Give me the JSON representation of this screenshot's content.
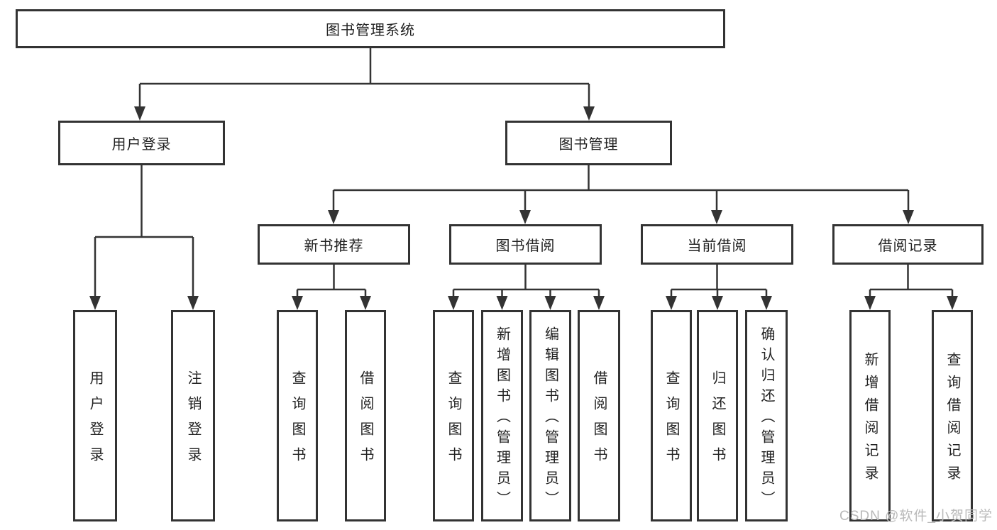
{
  "diagram": {
    "root": "图书管理系统",
    "branches": {
      "user_login": "用户登录",
      "book_management": "图书管理"
    },
    "modules": {
      "new_book_recommend": "新书推荐",
      "book_borrow": "图书借阅",
      "current_borrow": "当前借阅",
      "borrow_record": "借阅记录"
    },
    "leaves": {
      "user_login": [
        "用户登录",
        "注销登录"
      ],
      "new_book_recommend": [
        "查询图书",
        "借阅图书"
      ],
      "book_borrow": [
        "查询图书",
        "新增图书（管理员）",
        "编辑图书（管理员）",
        "借阅图书"
      ],
      "current_borrow": [
        "查询图书",
        "归还图书",
        "确认归还（管理员）"
      ],
      "borrow_record": [
        "新增借阅记录",
        "查询借阅记录"
      ]
    }
  },
  "watermark": "CSDN @软件_小贺同学",
  "colors": {
    "line": "#333333",
    "border": "#333333",
    "text": "#222222",
    "watermark": "#b9b9b9",
    "background": "#ffffff"
  }
}
